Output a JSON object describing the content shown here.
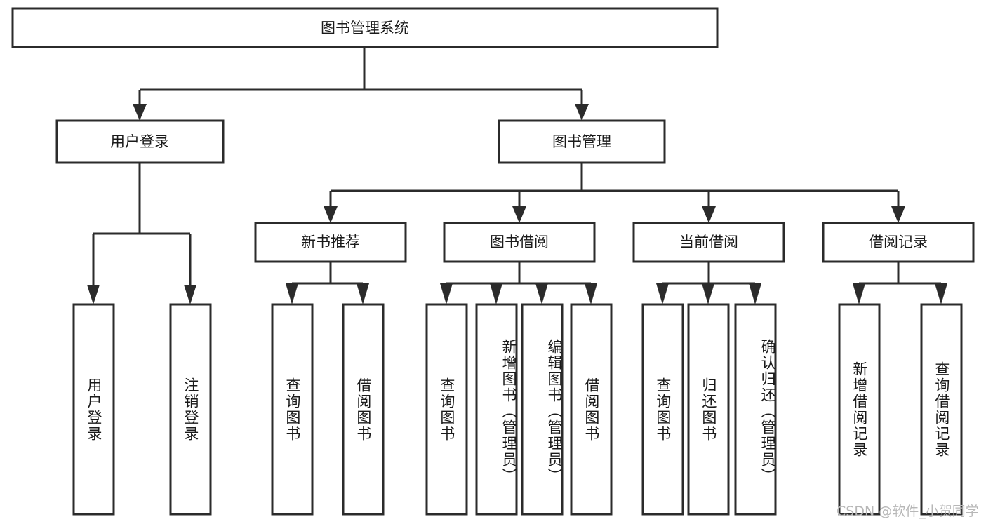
{
  "diagram": {
    "type": "tree-hierarchy",
    "title": "图书管理系统",
    "root": {
      "id": "root",
      "label": "图书管理系统",
      "level": 1
    },
    "level2": [
      {
        "id": "user-login",
        "label": "用户登录"
      },
      {
        "id": "book-manage",
        "label": "图书管理"
      }
    ],
    "level3": [
      {
        "id": "new-book-recommend",
        "label": "新书推荐",
        "parent": "book-manage"
      },
      {
        "id": "book-borrow",
        "label": "图书借阅",
        "parent": "book-manage"
      },
      {
        "id": "current-borrow",
        "label": "当前借阅",
        "parent": "book-manage"
      },
      {
        "id": "borrow-record",
        "label": "借阅记录",
        "parent": "book-manage"
      }
    ],
    "leaves": [
      {
        "id": "leaf-user-login",
        "label": "用户登录",
        "parent": "user-login"
      },
      {
        "id": "leaf-logout-login",
        "label": "注销登录",
        "parent": "user-login"
      },
      {
        "id": "leaf-query-book-1",
        "label": "查询图书",
        "parent": "new-book-recommend"
      },
      {
        "id": "leaf-borrow-book-1",
        "label": "借阅图书",
        "parent": "new-book-recommend"
      },
      {
        "id": "leaf-query-book-2",
        "label": "查询图书",
        "parent": "book-borrow"
      },
      {
        "id": "leaf-add-book",
        "label": "新增图书（管理员）",
        "parent": "book-borrow"
      },
      {
        "id": "leaf-edit-book",
        "label": "编辑图书（管理员）",
        "parent": "book-borrow"
      },
      {
        "id": "leaf-borrow-book-2",
        "label": "借阅图书",
        "parent": "book-borrow"
      },
      {
        "id": "leaf-query-book-3",
        "label": "查询图书",
        "parent": "current-borrow"
      },
      {
        "id": "leaf-return-book",
        "label": "归还图书",
        "parent": "current-borrow"
      },
      {
        "id": "leaf-confirm-return",
        "label": "确认归还（管理员）",
        "parent": "current-borrow"
      },
      {
        "id": "leaf-add-record",
        "label": "新增借阅记录",
        "parent": "borrow-record"
      },
      {
        "id": "leaf-query-record",
        "label": "查询借阅记录",
        "parent": "borrow-record"
      }
    ]
  },
  "watermark": {
    "text": "CSDN @软件_小贺同学",
    "color": "#b7b7b7"
  },
  "colors": {
    "stroke": "#2b2b2b",
    "fill": "#ffffff",
    "text": "#1a1a1a",
    "background": "#ffffff"
  }
}
